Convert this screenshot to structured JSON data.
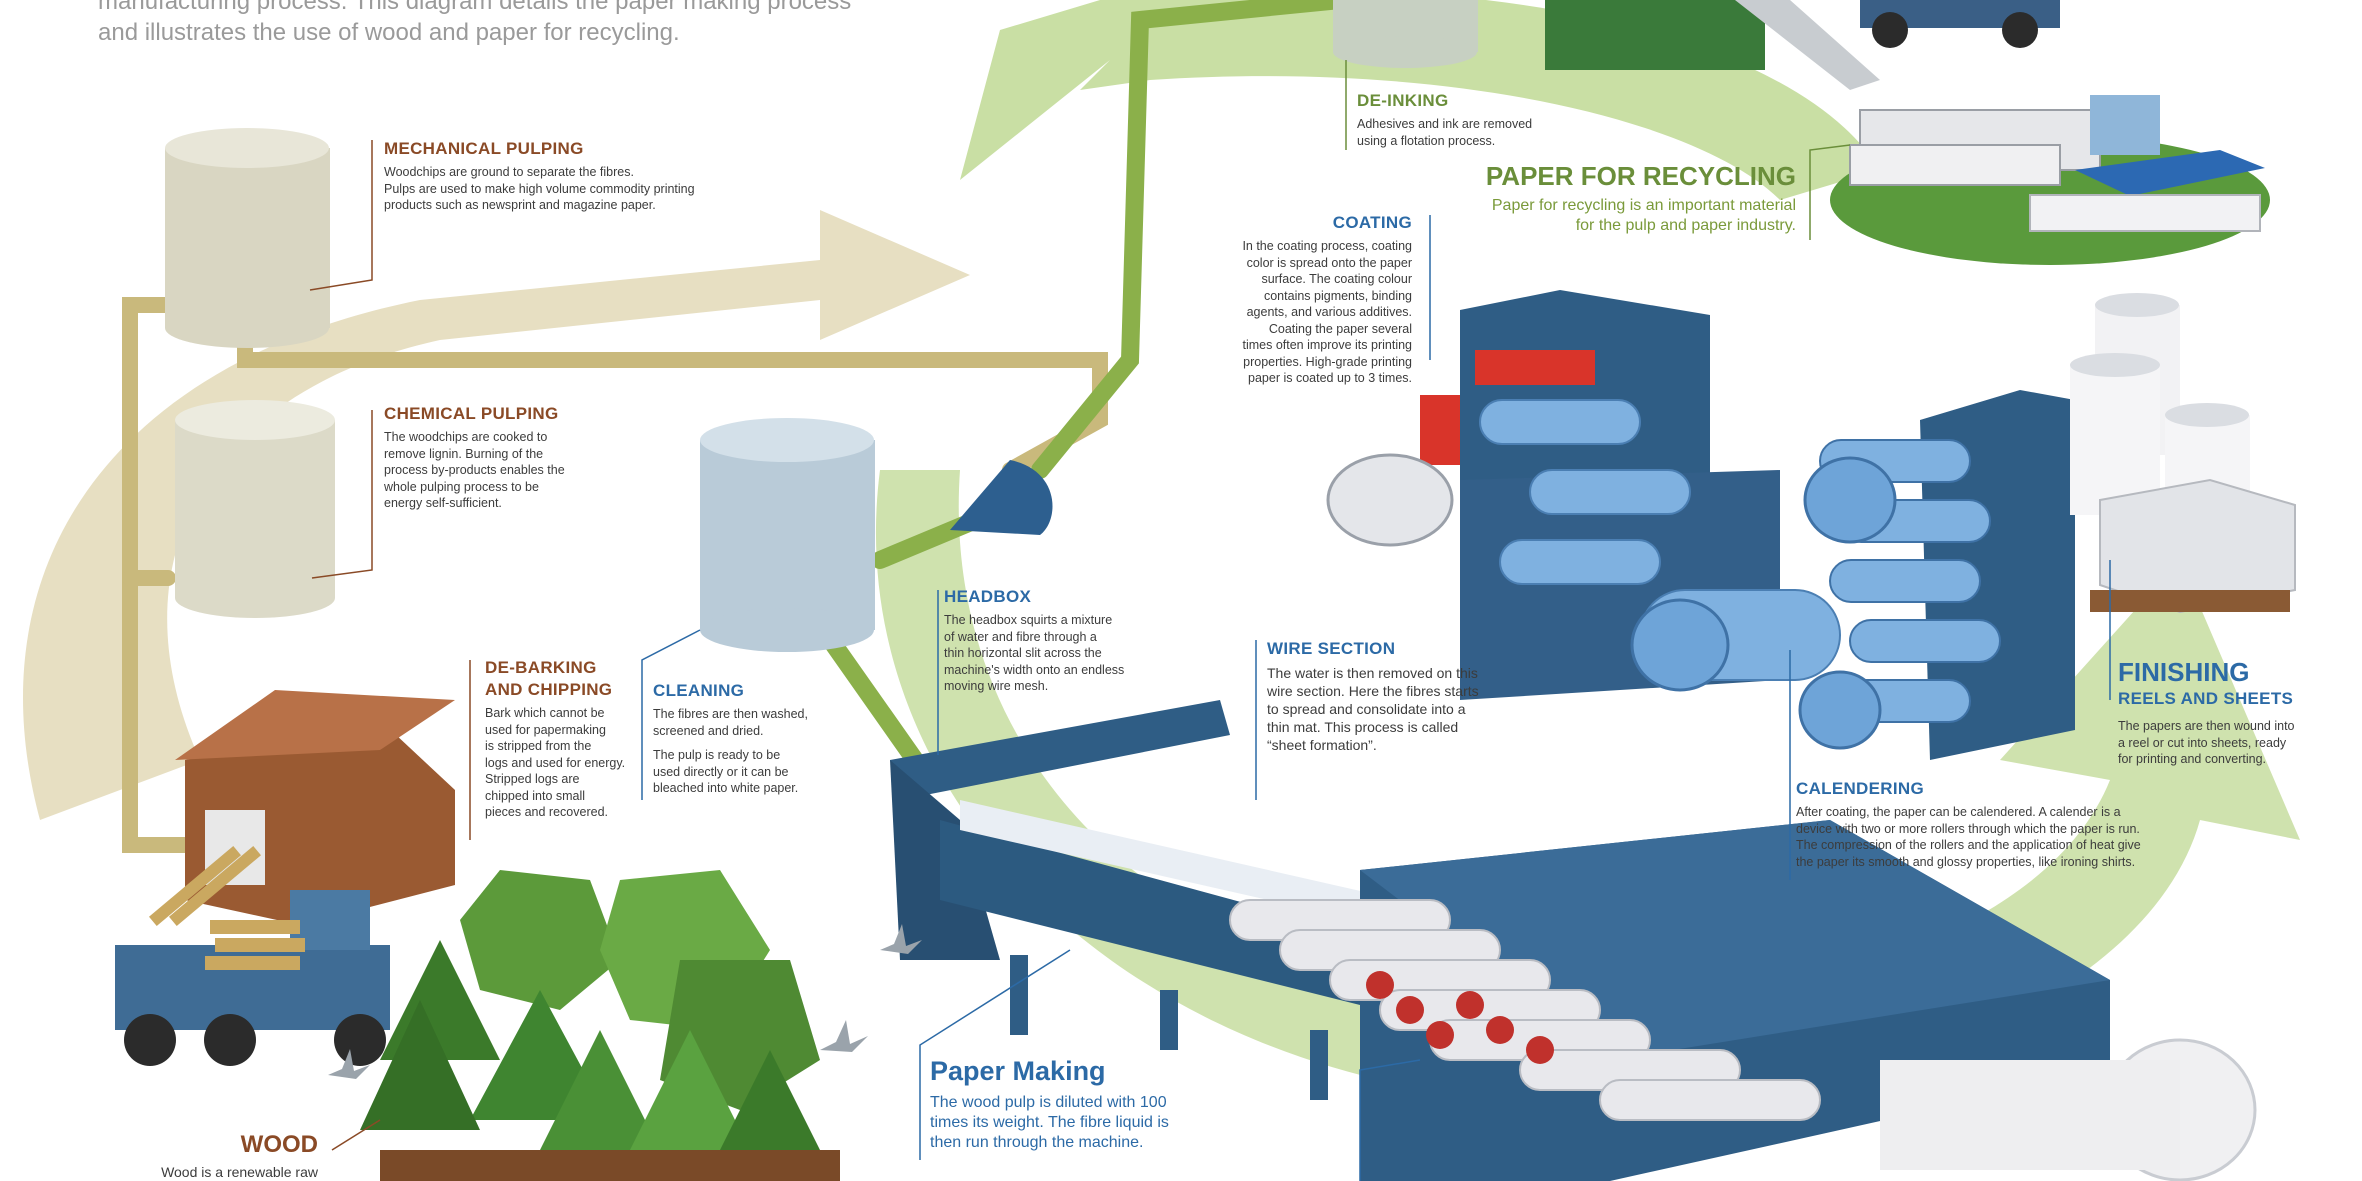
{
  "intro": {
    "lines": [
      "manufacturing process. This diagram details the paper making process",
      "and illustrates the use of wood and paper for recycling."
    ]
  },
  "mechanical_pulping": {
    "title": "MECHANICAL PULPING",
    "lines": [
      "Woodchips are ground to separate the fibres.",
      "Pulps are used to make high volume commodity printing",
      "products such as newsprint and magazine paper."
    ]
  },
  "chemical_pulping": {
    "title": "CHEMICAL PULPING",
    "lines": [
      "The woodchips are cooked to",
      "remove lignin. Burning of the",
      "process by-products enables the",
      "whole pulping process to be",
      "energy self-sufficient."
    ]
  },
  "debarking": {
    "title_lines": [
      "DE-BARKING",
      "AND CHIPPING"
    ],
    "lines": [
      "Bark which cannot be",
      "used for papermaking",
      "is stripped from the",
      "logs and used for energy.",
      "Stripped logs are",
      "chipped into small",
      "pieces and recovered."
    ]
  },
  "cleaning": {
    "title": "CLEANING",
    "lines_a": [
      "The fibres are then washed,",
      "screened and dried."
    ],
    "lines_b": [
      "The pulp is ready to be",
      "used directly or it can be",
      "bleached into white paper."
    ]
  },
  "headbox": {
    "title": "HEADBOX",
    "lines": [
      "The headbox squirts a mixture",
      "of water and fibre through a",
      "thin horizontal slit across the",
      "machine's width onto an endless",
      "moving wire mesh."
    ]
  },
  "deinking": {
    "title": "DE-INKING",
    "lines": [
      "Adhesives and ink are removed",
      "using a flotation process."
    ]
  },
  "paper_for_recycling": {
    "title": "PAPER FOR RECYCLING",
    "lines": [
      "Paper for recycling is an important material",
      "for the pulp and paper industry."
    ]
  },
  "coating": {
    "title": "COATING",
    "lines": [
      "In the coating process, coating",
      "color is spread onto the paper",
      "surface. The coating colour",
      "contains pigments, binding",
      "agents, and various additives.",
      "Coating the paper several",
      "times often improve its printing",
      "properties. High-grade printing",
      "paper is coated up to 3 times."
    ]
  },
  "wire_section": {
    "title": "WIRE SECTION",
    "lines": [
      "The water is then removed on this",
      "wire section. Here the fibres starts",
      "to spread and consolidate into a",
      "thin mat. This process is called",
      "“sheet formation”."
    ]
  },
  "finishing": {
    "title": "FINISHING",
    "subtitle": "REELS AND SHEETS",
    "lines": [
      "The papers are then wound into",
      "a reel or cut into sheets, ready",
      "for printing and converting."
    ]
  },
  "calendering": {
    "title": "CALENDERING",
    "lines": [
      "After coating, the paper can be calendered. A calender is a",
      "device with two or more rollers through which the paper is run.",
      "The compression of the rollers and the application of heat give",
      "the paper its smooth and glossy properties, like ironing shirts."
    ]
  },
  "paper_making": {
    "title": "Paper Making",
    "lines": [
      "The wood pulp is diluted with 100",
      "times its weight. The fibre liquid is",
      "then run through the machine."
    ]
  },
  "wood": {
    "title": "WOOD",
    "lines": [
      "Wood is a renewable raw"
    ]
  },
  "colors": {
    "pulp_beige": "#ddd3ac",
    "recycle_green": "#c2d99a",
    "machine_blue": "#33597e",
    "paper_blue": "#7fb1e0",
    "label_brown": "#8a4a26",
    "label_blue": "#2c6aa6",
    "label_green": "#6a8e3a"
  }
}
